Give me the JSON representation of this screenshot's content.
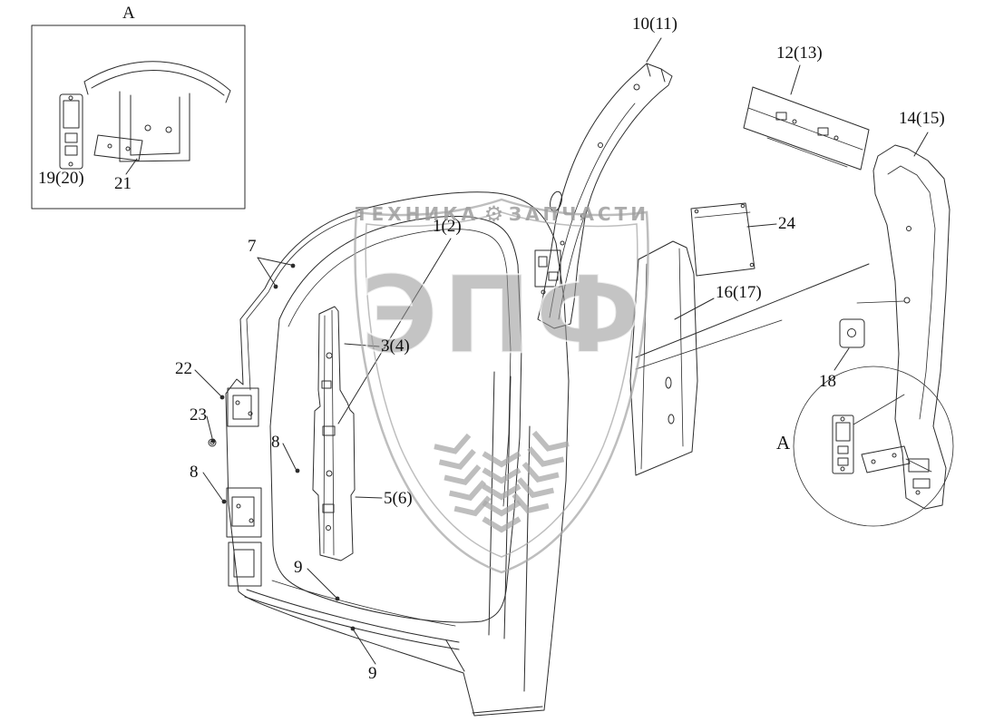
{
  "watermark": {
    "brand": "ЭПФ",
    "tagline_left": "ТЕХНИКА",
    "tagline_right": "ЗАПЧАСТИ",
    "gear_icon": "⚙"
  },
  "labels": {
    "inset_title": "A",
    "l19_20": "19(20)",
    "l21": "21",
    "l10_11": "10(11)",
    "l12_13": "12(13)",
    "l14_15": "14(15)",
    "l24": "24",
    "l16_17": "16(17)",
    "l18": "18",
    "detail_a": "A",
    "l1_2": "1(2)",
    "l7": "7",
    "l3_4": "3(4)",
    "l22": "22",
    "l23": "23",
    "l8_left": "8",
    "l8_mid": "8",
    "l5_6": "5(6)",
    "l9_upper": "9",
    "l9_lower": "9"
  }
}
